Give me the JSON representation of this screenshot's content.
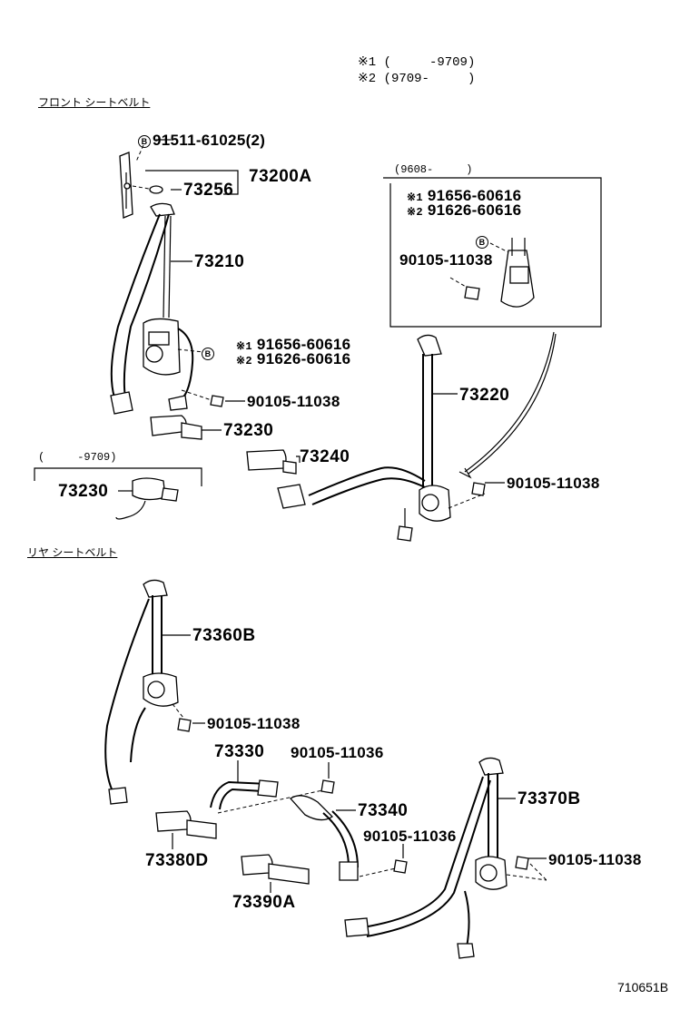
{
  "notes": {
    "n1_mark": "※1",
    "n1_text": "(     -9709)",
    "n2_mark": "※2",
    "n2_text": "(9709-     )"
  },
  "sections": {
    "front": "フロント シートベルト",
    "rear": "リヤ シートベルト"
  },
  "labels": {
    "bolt_top": "91511-61025(2)",
    "b_mark": "B",
    "p73200A": "73200A",
    "p73256": "73256",
    "p73210": "73210",
    "star1": "※1",
    "star2": "※2",
    "p91656_a": "91656-60616",
    "p91626_a": "91626-60616",
    "p90105_11038_a": "90105-11038",
    "p73230_a": "73230",
    "inset_left_range": "(     -9709)",
    "p73230_b": "73230",
    "p73240": "73240",
    "inset_right_range": "(9608-     )",
    "p91656_b": "91656-60616",
    "p91626_b": "91626-60616",
    "p90105_11038_b": "90105-11038",
    "p73220": "73220",
    "p90105_11038_c": "90105-11038",
    "p73360B": "73360B",
    "p90105_11038_d": "90105-11038",
    "p73330": "73330",
    "p90105_11036_a": "90105-11036",
    "p73340": "73340",
    "p73370B": "73370B",
    "p90105_11036_b": "90105-11036",
    "p90105_11038_e": "90105-11038",
    "p73380D": "73380D",
    "p73390A": "73390A",
    "doc_id": "710651B"
  }
}
